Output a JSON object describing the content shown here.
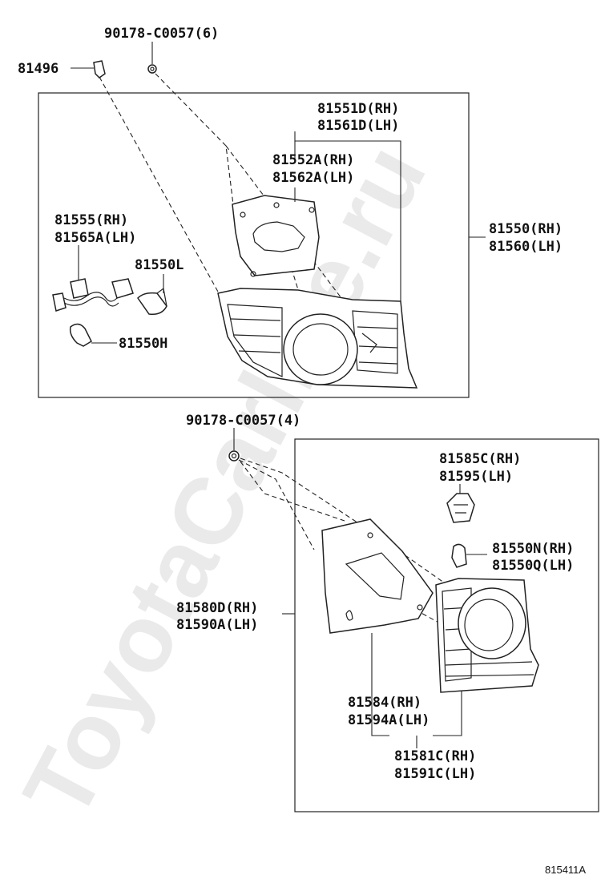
{
  "watermark": "ToyotaCarline.ru",
  "diagram_code": "815411A",
  "labels": {
    "p81496": "81496",
    "clip_top": "90178-C0057(6)",
    "clip_bottom": "90178-C0057(4)",
    "p81551d": "81551D(RH)",
    "p81561d": "81561D(LH)",
    "p81552a": "81552A(RH)",
    "p81562a": "81562A(LH)",
    "p81550": "81550(RH)",
    "p81560": "81560(LH)",
    "p81555": "81555(RH)",
    "p81565a": "81565A(LH)",
    "p81550l": "81550L",
    "p81550h": "81550H",
    "p81585c": "81585C(RH)",
    "p81595": "81595(LH)",
    "p81550n": "81550N(RH)",
    "p81550q": "81550Q(LH)",
    "p81580d": "81580D(RH)",
    "p81590a": "81590A(LH)",
    "p81584": "81584(RH)",
    "p81594a": "81594A(LH)",
    "p81581c": "81581C(RH)",
    "p81591c": "81591C(LH)"
  },
  "colors": {
    "line": "#222222",
    "watermark": "#d9d9d9"
  }
}
